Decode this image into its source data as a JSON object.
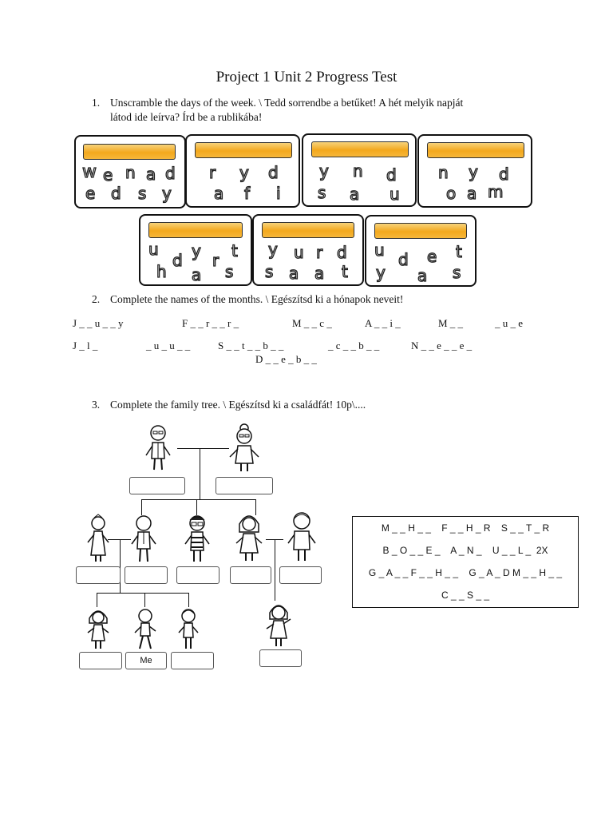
{
  "title": "Project 1 Unit 2 Progress Test",
  "q1": {
    "num": "1.",
    "line1": "Unscramble the days of the week. \\ Tedd sorrendbe a betűket! A hét melyik napját",
    "line2": "látod ide leírva? Írd be a rublikába!",
    "boxes": [
      {
        "letters": [
          "w",
          "e",
          "n",
          "a",
          "d",
          "e",
          "d",
          "s",
          "y"
        ]
      },
      {
        "letters": [
          "r",
          "y",
          "d",
          "a",
          "f",
          "i"
        ]
      },
      {
        "letters": [
          "y",
          "n",
          "d",
          "s",
          "a",
          "u"
        ]
      },
      {
        "letters": [
          "n",
          "y",
          "d",
          "o",
          "a",
          "m"
        ]
      },
      {
        "letters": [
          "u",
          "d",
          "y",
          "r",
          "t",
          "h",
          "a",
          "s"
        ]
      },
      {
        "letters": [
          "y",
          "u",
          "r",
          "d",
          "s",
          "a",
          "a",
          "t"
        ]
      },
      {
        "letters": [
          "u",
          "d",
          "e",
          "t",
          "y",
          "a",
          "s"
        ]
      }
    ]
  },
  "q2": {
    "num": "2.",
    "text": "Complete the names of the months. \\ Egészítsd ki a hónapok neveit!",
    "row1": [
      "J _ _ u _ _ y",
      "F _ _ r _ _ r _",
      "M _ _ c _",
      "A _ _ i _",
      "M _ _",
      "_ u _ e"
    ],
    "row2": [
      "J _ l _",
      "_ u _ u _ _",
      "S _ _ t _ _ b _ _",
      "_ c _ _ b _ _",
      "N _ _ e _ _ e _"
    ],
    "row3": [
      "D _ _ e _ b _ _"
    ]
  },
  "q3": {
    "num": "3.",
    "text": "Complete the family tree. \\ Egészítsd ki a családfát! 10p\\....",
    "me_label": "Me",
    "word_lines": [
      "M _ _ H _ _    F _ _ H _ R    S _ _ T _ R",
      "B _ O _ _ E _    A _ N _    U _ _ L _  2X",
      "G _ A _ _ F _ _ H _ _    G _ A _ D M _ _ H _ _",
      "C _ _ S _ _"
    ]
  }
}
